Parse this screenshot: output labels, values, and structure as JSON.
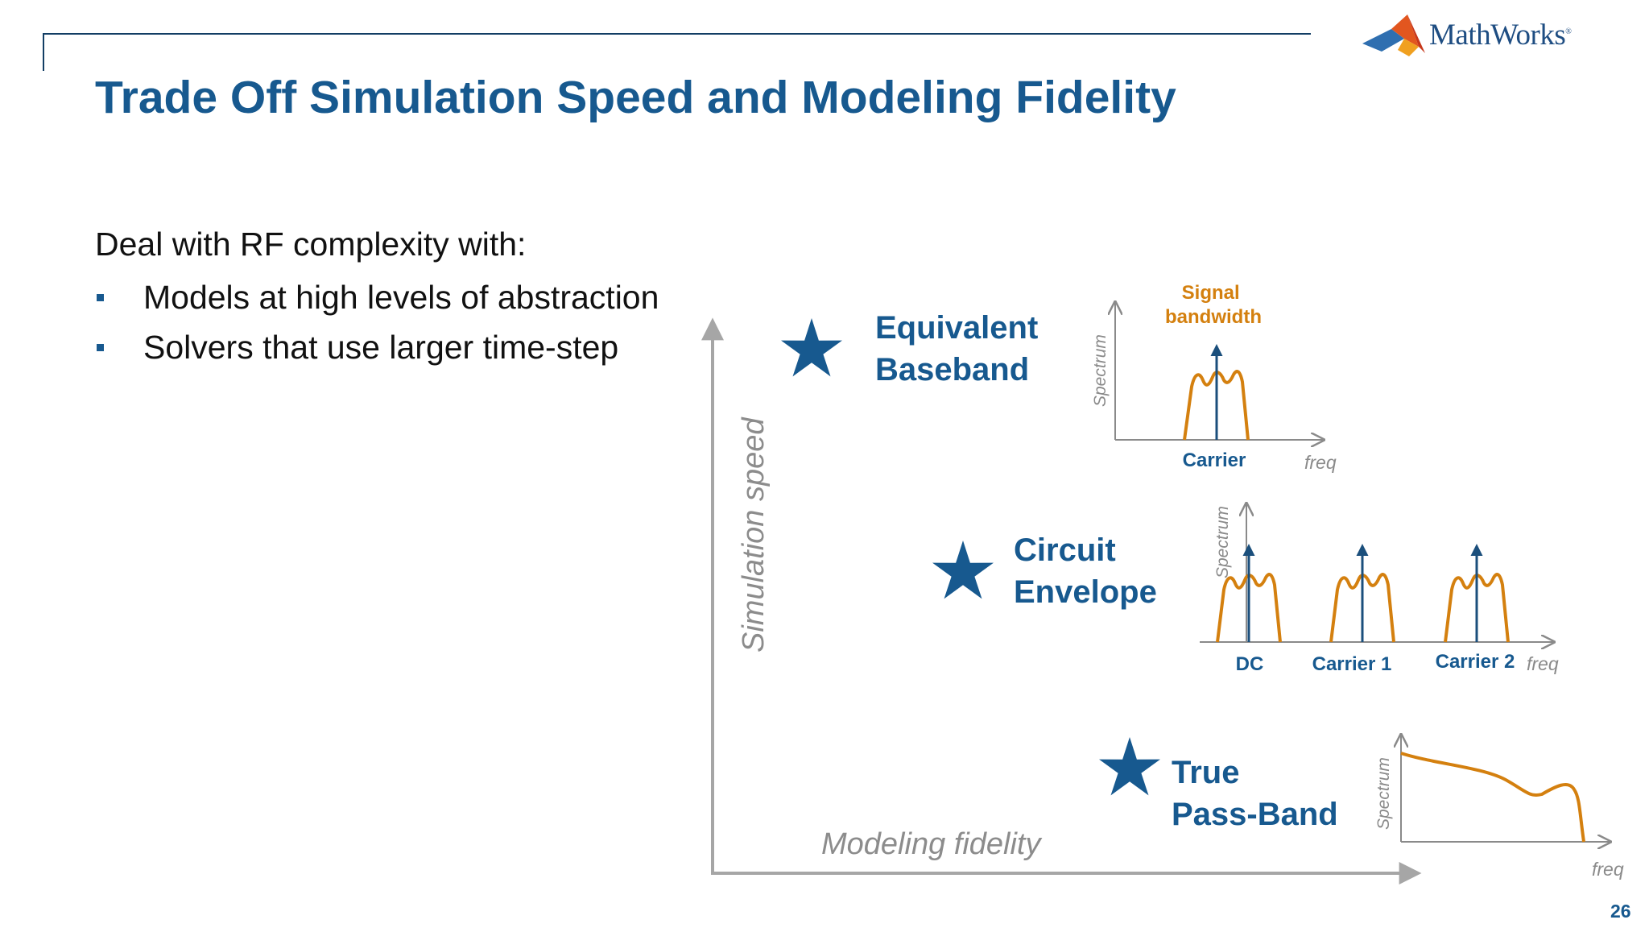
{
  "slide": {
    "title": "Trade Off Simulation Speed and Modeling Fidelity",
    "page_number": "26"
  },
  "logo": {
    "text": "MathWorks",
    "mark": "®"
  },
  "body": {
    "intro": "Deal with RF complexity with:",
    "bullets": [
      "Models at high levels of abstraction",
      "Solvers that use larger time-step"
    ]
  },
  "diagram": {
    "y_axis_label": "Simulation speed",
    "x_axis_label": "Modeling fidelity",
    "methods": [
      {
        "line1": "Equivalent",
        "line2": "Baseband"
      },
      {
        "line1": "Circuit",
        "line2": "Envelope"
      },
      {
        "line1": "True",
        "line2": "Pass-Band"
      }
    ],
    "spectrum_label": "Spectrum",
    "freq_label": "freq",
    "baseband": {
      "signal_label_1": "Signal",
      "signal_label_2": "bandwidth",
      "carrier_label": "Carrier"
    },
    "envelope": {
      "labels": [
        "DC",
        "Carrier 1",
        "Carrier 2"
      ]
    },
    "colors": {
      "accent": "#17598f",
      "signal": "#d4800f",
      "axis": "#8a8a8a"
    }
  }
}
